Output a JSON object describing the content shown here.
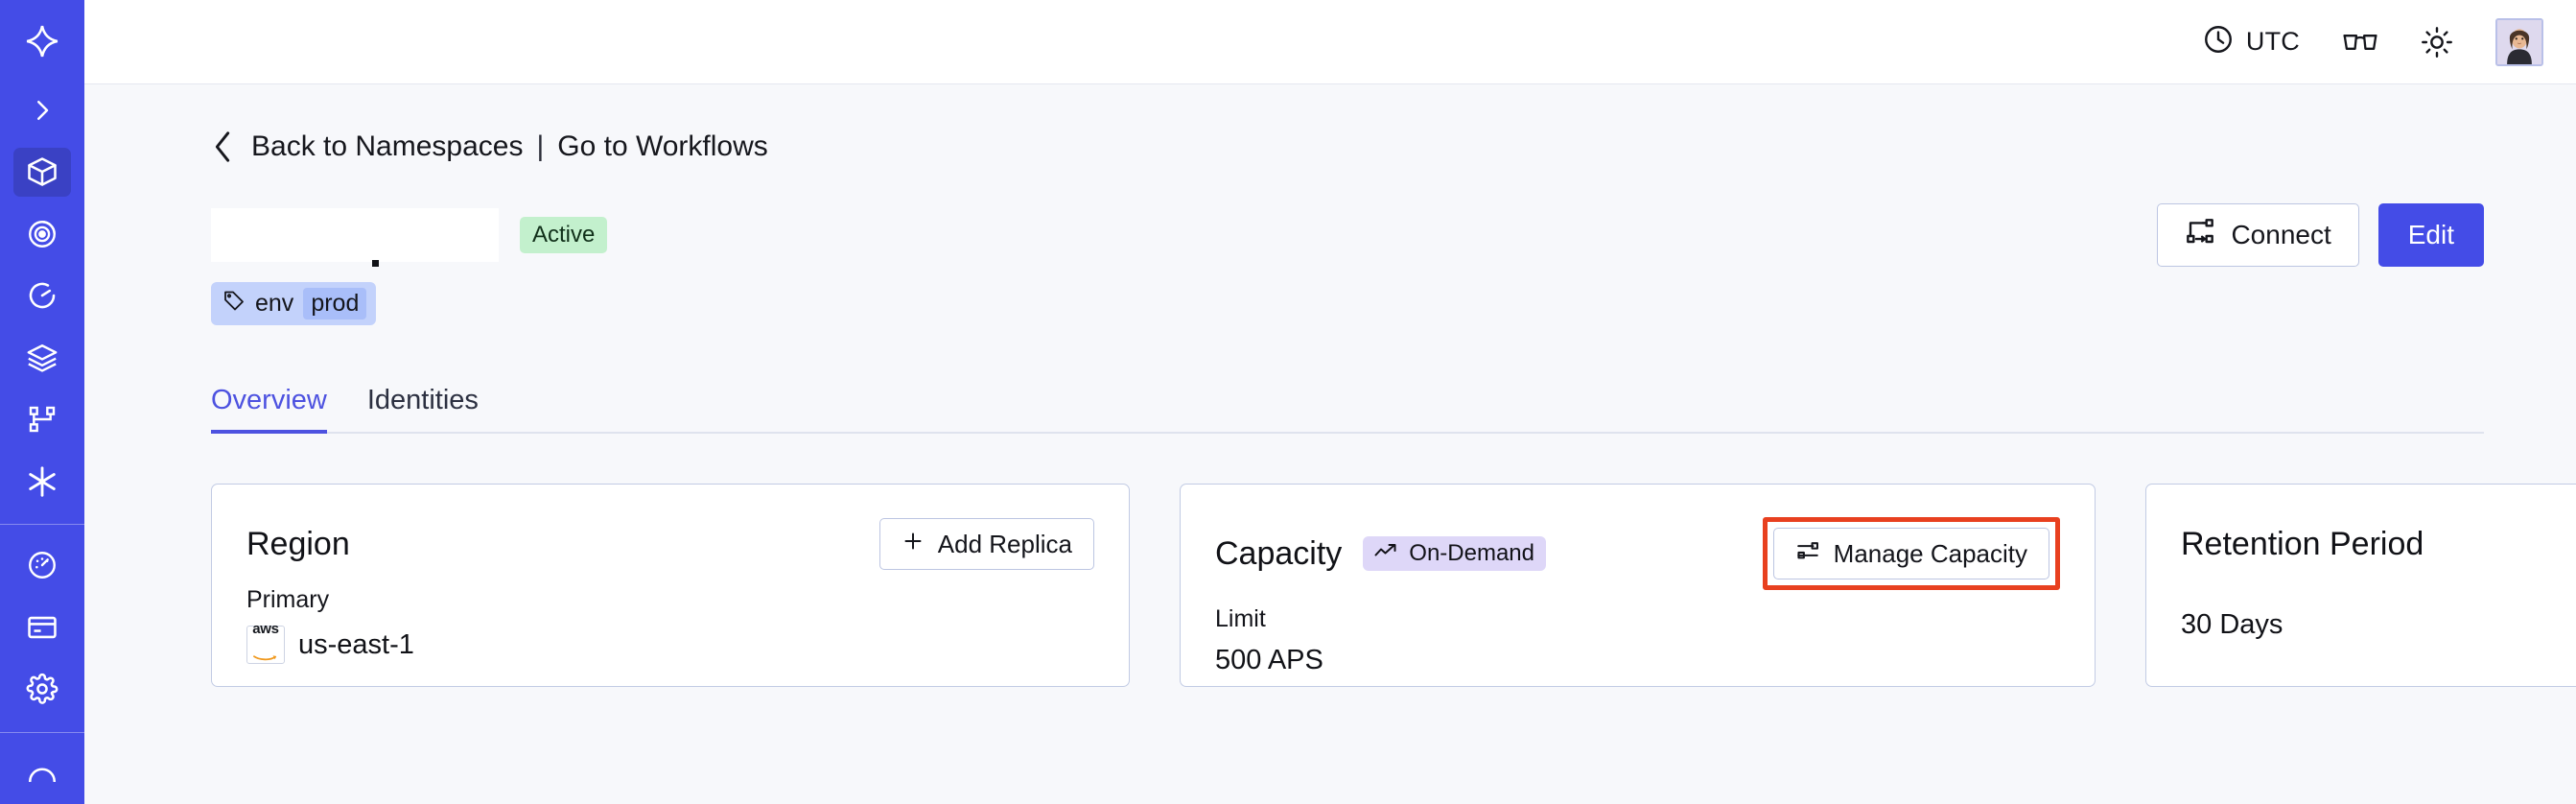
{
  "sidebar": {
    "items": [
      {
        "name": "logo",
        "icon": "temporal-logo-icon",
        "active": false
      },
      {
        "name": "expand",
        "icon": "chevron-right-icon",
        "active": false
      },
      {
        "name": "namespaces",
        "icon": "cube-icon",
        "active": true
      },
      {
        "name": "observability",
        "icon": "eye-spiral-icon",
        "active": false
      },
      {
        "name": "schedules",
        "icon": "clock-timer-icon",
        "active": false
      },
      {
        "name": "layers",
        "icon": "layers-icon",
        "active": false
      },
      {
        "name": "workflows",
        "icon": "git-branch-icon",
        "active": false
      },
      {
        "name": "nexus",
        "icon": "asterisk-icon",
        "active": false
      },
      {
        "name": "usage",
        "icon": "gauge-icon",
        "active": false
      },
      {
        "name": "billing",
        "icon": "credit-card-icon",
        "active": false
      },
      {
        "name": "settings",
        "icon": "gear-icon",
        "active": false
      }
    ]
  },
  "topbar": {
    "timezone": "UTC",
    "timezone_icon": "clock-icon",
    "glasses_icon": "glasses-icon",
    "theme_icon": "sun-icon",
    "avatar_icon": "user-avatar"
  },
  "breadcrumb": {
    "back_chevron": "chevron-left-icon",
    "back_label": "Back to Namespaces",
    "separator": "|",
    "forward_label": "Go to Workflows"
  },
  "header": {
    "namespace_name": "",
    "status_badge": "Active",
    "tag": {
      "icon": "tag-icon",
      "key": "env",
      "value": "prod"
    },
    "connect_label": "Connect",
    "connect_icon": "network-connect-icon",
    "edit_label": "Edit"
  },
  "tabs": [
    {
      "label": "Overview",
      "active": true
    },
    {
      "label": "Identities",
      "active": false
    }
  ],
  "cards": {
    "region": {
      "title": "Region",
      "action_label": "Add Replica",
      "action_icon": "plus-icon",
      "field_label": "Primary",
      "provider_icon": "aws-logo",
      "provider_text": "aws",
      "value": "us-east-1"
    },
    "capacity": {
      "title": "Capacity",
      "badge_label": "On-Demand",
      "badge_icon": "trending-up-icon",
      "action_label": "Manage Capacity",
      "action_icon": "sliders-icon",
      "action_highlighted": true,
      "field_label": "Limit",
      "value": "500 APS"
    },
    "retention": {
      "title": "Retention Period",
      "value": "30 Days"
    }
  },
  "colors": {
    "sidebar": "#444ce7",
    "accent": "#444ce7",
    "tab_active": "#4d52e0",
    "status_active_bg": "#c3f0cd",
    "badge_ondemand_bg": "#ded7f8",
    "tag_bg": "#c3d2fb",
    "highlight_red": "#e8401f",
    "page_bg": "#f7f8fb"
  }
}
